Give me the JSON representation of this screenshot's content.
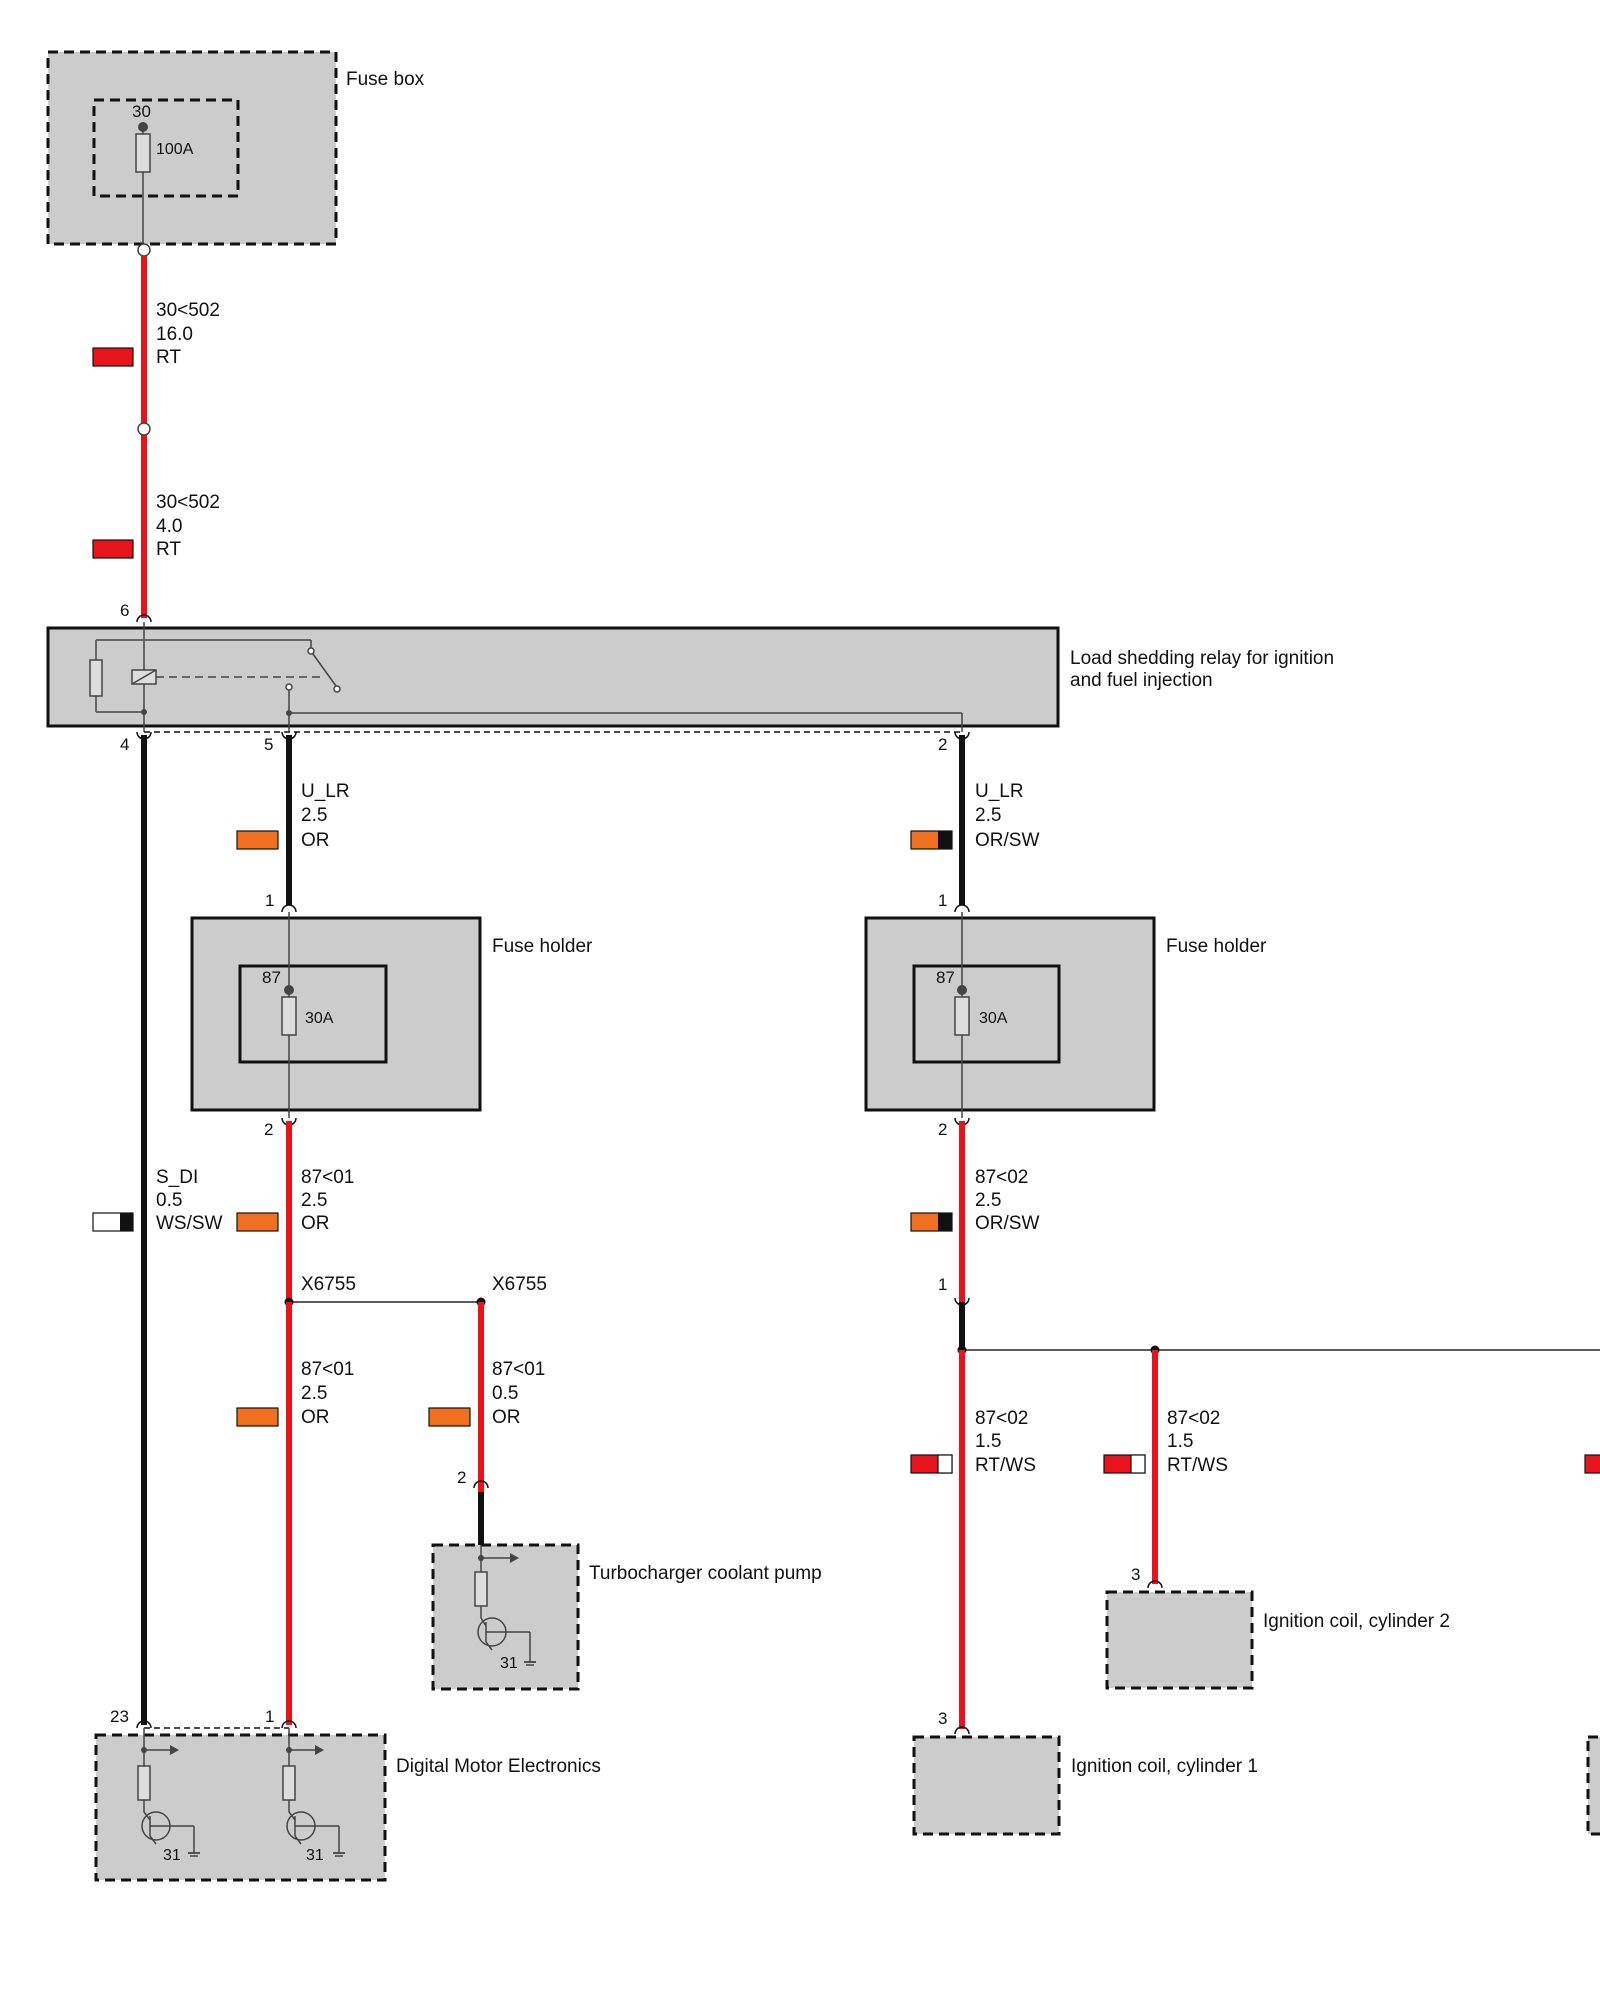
{
  "components": {
    "fuse_box": {
      "label": "Fuse box",
      "pin": "30",
      "rating": "100A"
    },
    "relay": {
      "label_line1": "Load shedding relay for ignition",
      "label_line2": "and fuel injection",
      "pin_in": "6",
      "pin_a": "4",
      "pin_b": "5",
      "pin_c": "2"
    },
    "fuse_holder_left": {
      "label": "Fuse holder",
      "pin_in": "1",
      "inner_pin": "87",
      "rating": "30A",
      "pin_out": "2"
    },
    "fuse_holder_right": {
      "label": "Fuse holder",
      "pin_in": "1",
      "inner_pin": "87",
      "rating": "30A",
      "pin_out": "2"
    },
    "turbo_pump": {
      "label": "Turbocharger coolant pump",
      "pin": "2",
      "ground": "31"
    },
    "dme": {
      "label": "Digital Motor Electronics",
      "pin_a": "23",
      "pin_b": "1",
      "ground_a": "31",
      "ground_b": "31"
    },
    "coil1": {
      "label": "Ignition coil, cylinder 1",
      "pin": "3"
    },
    "coil2": {
      "label": "Ignition coil, cylinder 2",
      "pin": "3"
    },
    "connector_right": {
      "pin": "1"
    }
  },
  "splice": {
    "left": "X6755",
    "right": "X6755"
  },
  "wires": {
    "w1": {
      "signal": "30<502",
      "gauge": "16.0",
      "color": "RT"
    },
    "w2": {
      "signal": "30<502",
      "gauge": "4.0",
      "color": "RT"
    },
    "w3": {
      "signal": "U_LR",
      "gauge": "2.5",
      "color": "OR"
    },
    "w4": {
      "signal": "U_LR",
      "gauge": "2.5",
      "color": "OR/SW"
    },
    "w5": {
      "signal": "S_DI",
      "gauge": "0.5",
      "color": "WS/SW"
    },
    "w6": {
      "signal": "87<01",
      "gauge": "2.5",
      "color": "OR"
    },
    "w7": {
      "signal": "87<02",
      "gauge": "2.5",
      "color": "OR/SW"
    },
    "w8": {
      "signal": "87<01",
      "gauge": "2.5",
      "color": "OR"
    },
    "w9": {
      "signal": "87<01",
      "gauge": "0.5",
      "color": "OR"
    },
    "w10": {
      "signal": "87<02",
      "gauge": "1.5",
      "color": "RT/WS"
    },
    "w11": {
      "signal": "87<02",
      "gauge": "1.5",
      "color": "RT/WS"
    }
  },
  "palette": {
    "red": "#e8141c",
    "orange": "#f07020",
    "black": "#111111",
    "white": "#ffffff",
    "box_fill": "#cccccc"
  }
}
